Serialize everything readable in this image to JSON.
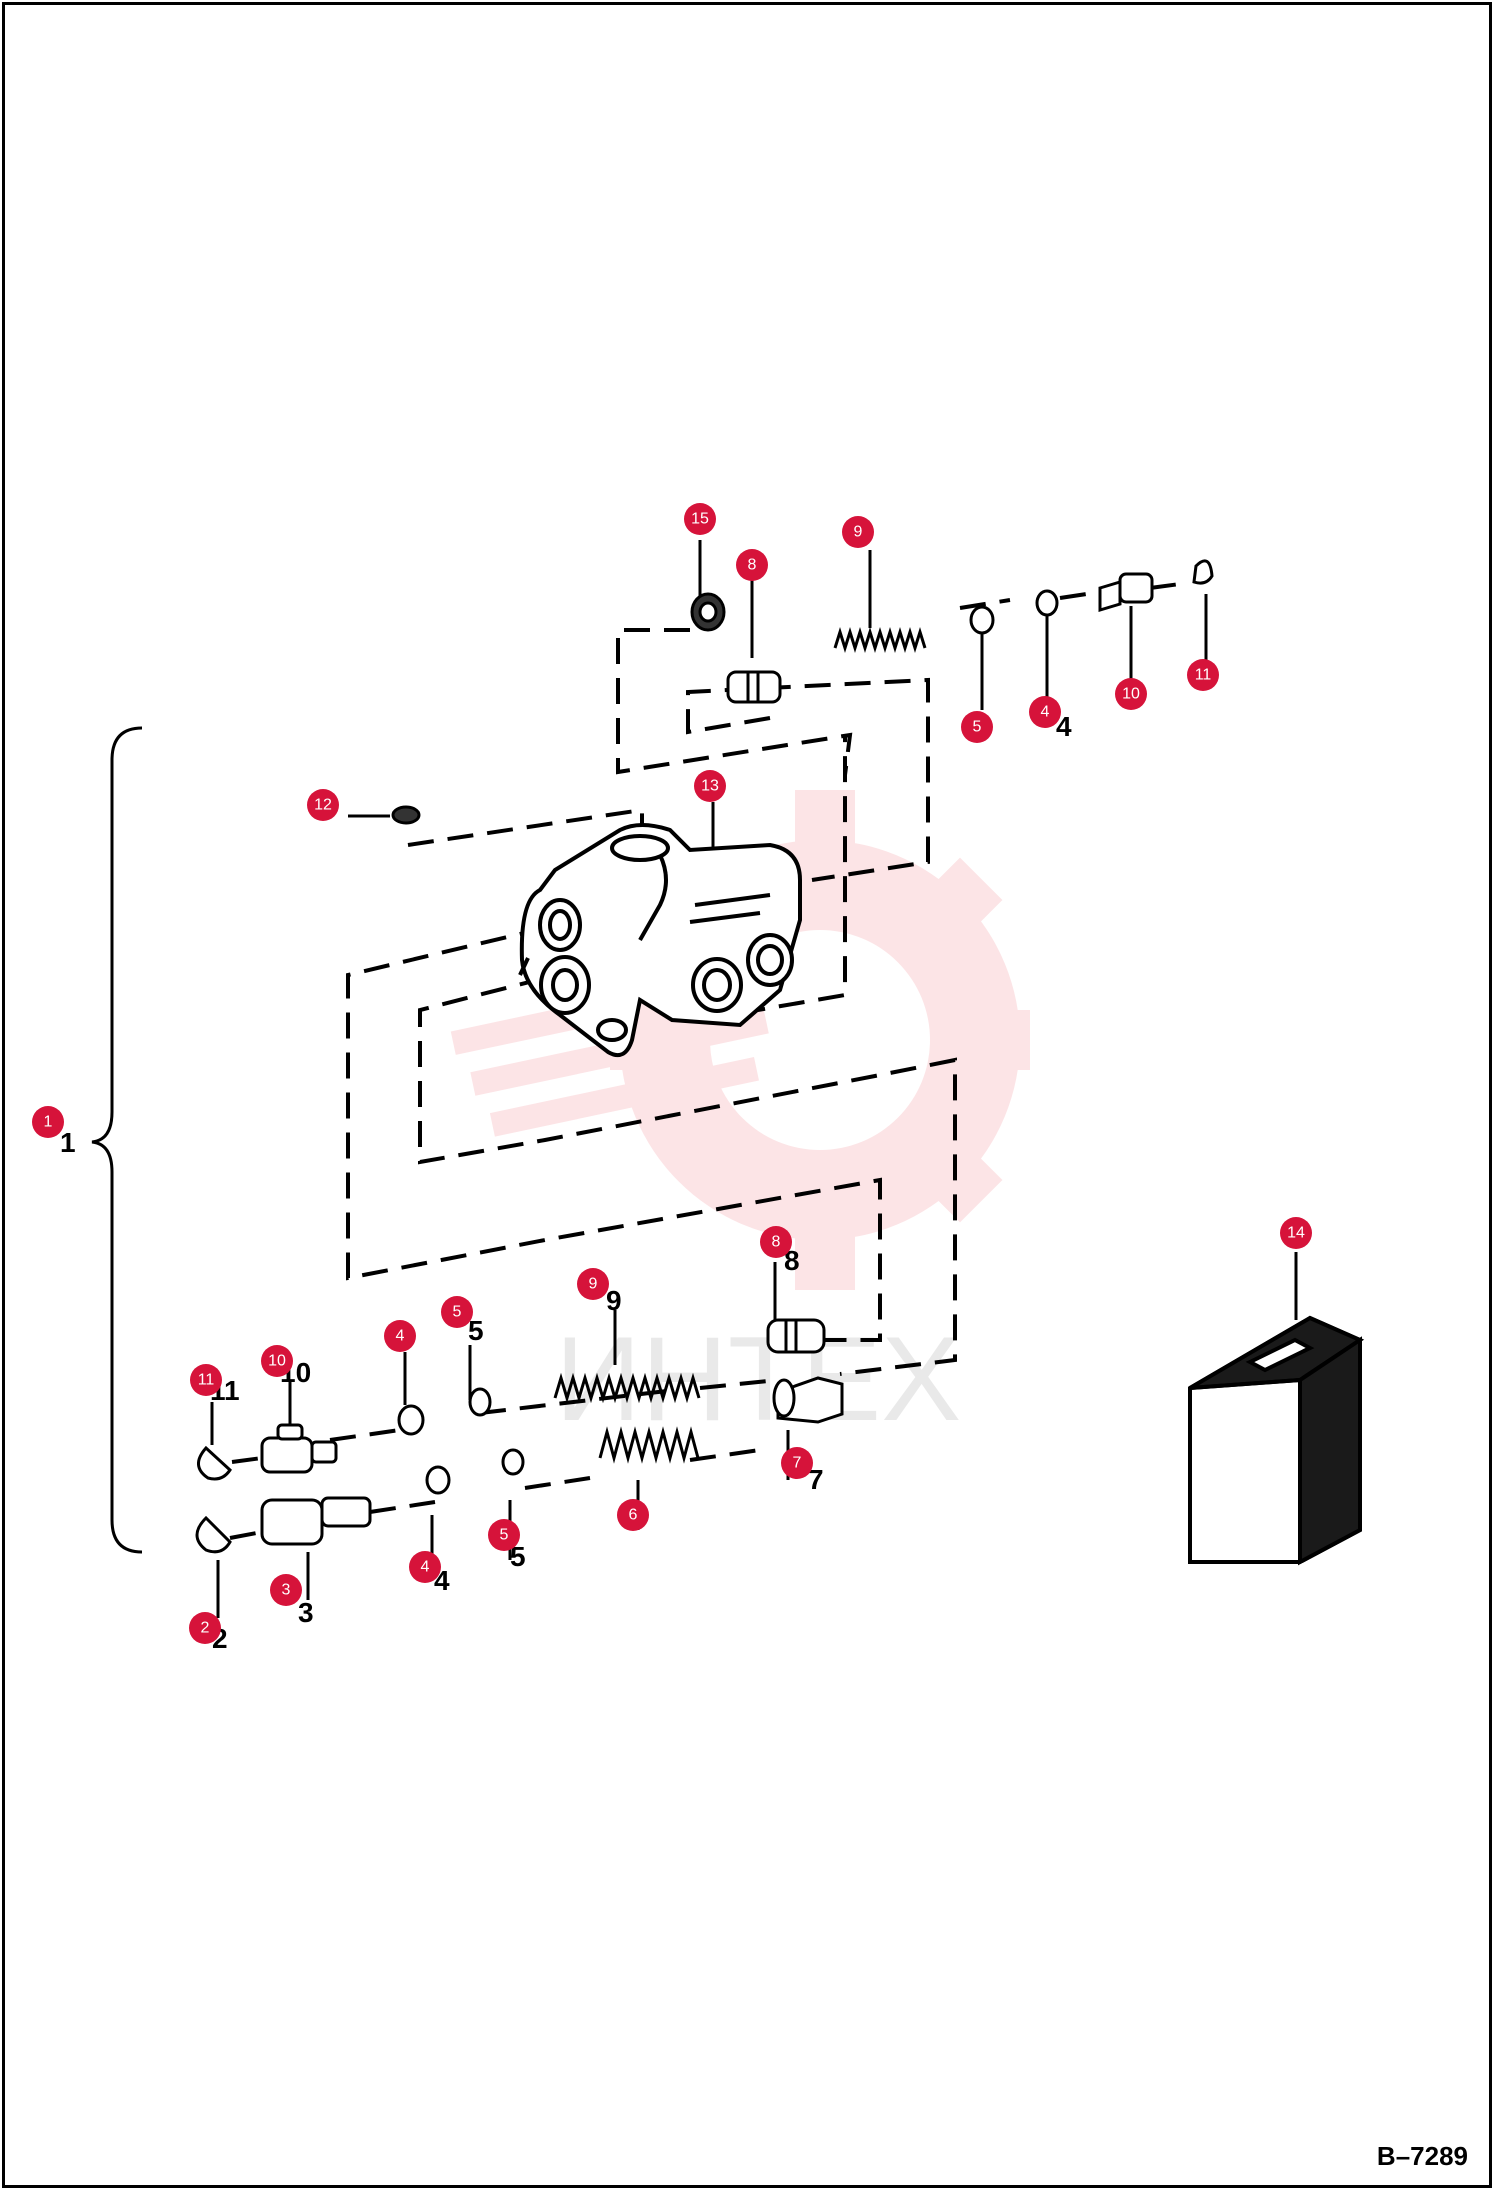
{
  "drawing_code": "B–7289",
  "watermark_text": "ИНТЕХ",
  "callout_color": "#d6133a",
  "callouts": [
    {
      "id": "1",
      "label": "1"
    },
    {
      "id": "2",
      "label": "2"
    },
    {
      "id": "3",
      "label": "3"
    },
    {
      "id": "4a",
      "label": "4"
    },
    {
      "id": "4b",
      "label": "4"
    },
    {
      "id": "4c",
      "label": "4"
    },
    {
      "id": "5a",
      "label": "5"
    },
    {
      "id": "5b",
      "label": "5"
    },
    {
      "id": "5c",
      "label": "5"
    },
    {
      "id": "6",
      "label": "6"
    },
    {
      "id": "7",
      "label": "7"
    },
    {
      "id": "8a",
      "label": "8"
    },
    {
      "id": "8b",
      "label": "8"
    },
    {
      "id": "9a",
      "label": "9"
    },
    {
      "id": "9b",
      "label": "9"
    },
    {
      "id": "10a",
      "label": "10"
    },
    {
      "id": "10b",
      "label": "10"
    },
    {
      "id": "11a",
      "label": "11"
    },
    {
      "id": "11b",
      "label": "11"
    },
    {
      "id": "12",
      "label": "12"
    },
    {
      "id": "13",
      "label": "13"
    },
    {
      "id": "14",
      "label": "14"
    },
    {
      "id": "15",
      "label": "15"
    }
  ],
  "printed_numbers": [
    "1",
    "2",
    "3",
    "4",
    "4",
    "5",
    "5",
    "7",
    "8",
    "9",
    "10",
    "11"
  ]
}
